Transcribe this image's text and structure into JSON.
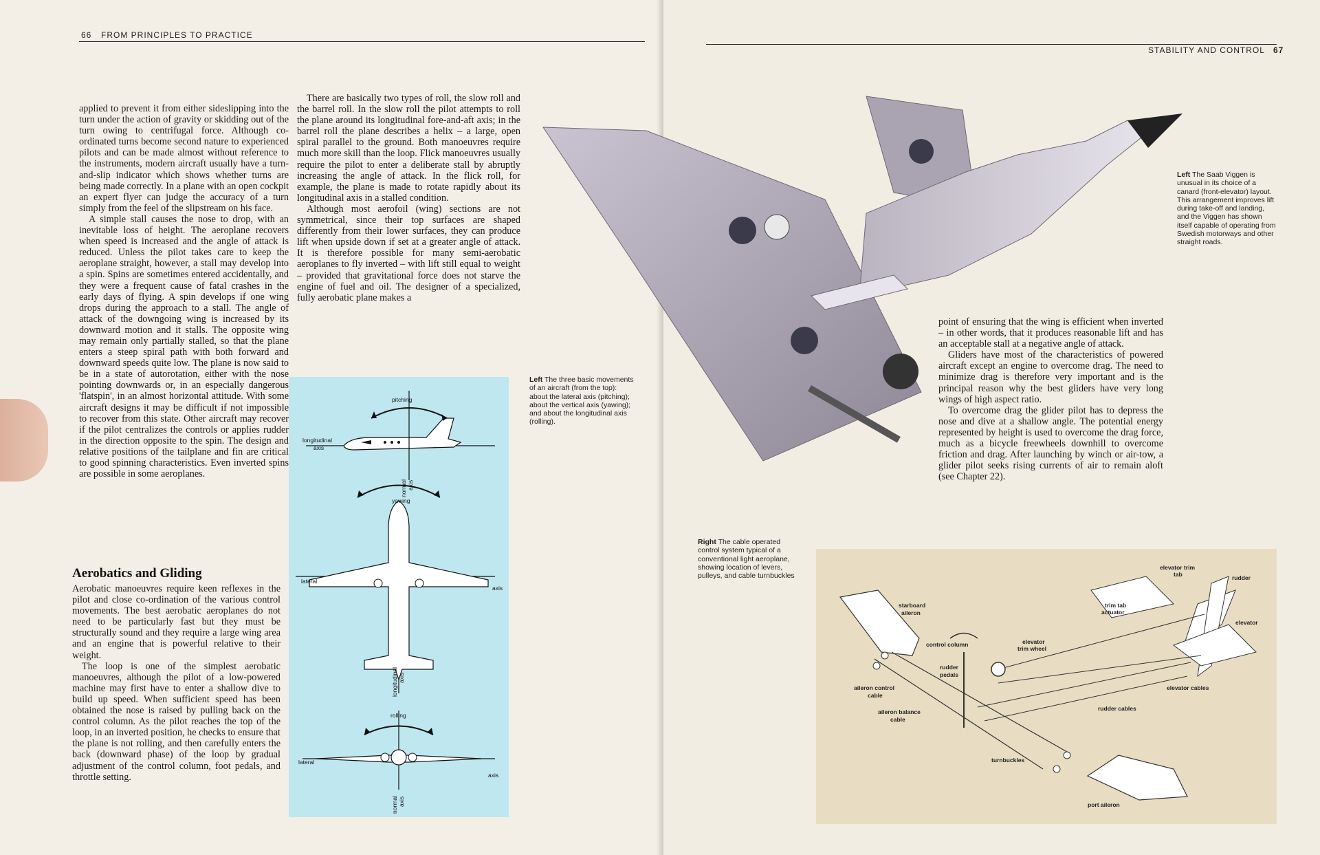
{
  "left_page": {
    "page_number": "66",
    "running_head": "FROM PRINCIPLES TO PRACTICE",
    "col1_paragraphs": [
      "applied to prevent it from either sideslipping into the turn under the action of gravity or skidding out of the turn owing to centrifugal force. Although co-ordinated turns become second nature to experienced pilots and can be made almost without reference to the instruments, modern aircraft usually have a turn-and-slip indicator which shows whether turns are being made correctly. In a plane with an open cockpit an expert flyer can judge the accuracy of a turn simply from the feel of the slipstream on his face.",
      "A simple stall causes the nose to drop, with an inevitable loss of height. The aeroplane recovers when speed is increased and the angle of attack is reduced. Unless the pilot takes care to keep the aeroplane straight, however, a stall may develop into a spin. Spins are sometimes entered accidentally, and they were a frequent cause of fatal crashes in the early days of flying. A spin develops if one wing drops during the approach to a stall. The angle of attack of the downgoing wing is increased by its downward motion and it stalls. The opposite wing may remain only partially stalled, so that the plane enters a steep spiral path with both forward and downward speeds quite low. The plane is now said to be in a state of autorotation, either with the nose pointing downwards or, in an especially dangerous 'flatspin', in an almost horizontal attitude. With some aircraft designs it may be difficult if not impossible to recover from this state. Other aircraft may recover if the pilot centralizes the controls or applies rudder in the direction opposite to the spin. The design and relative positions of the tailplane and fin are critical to good spinning characteristics. Even inverted spins are possible in some aeroplanes."
    ],
    "section_heading": "Aerobatics and Gliding",
    "col1b_paragraphs": [
      "Aerobatic manoeuvres require keen reflexes in the pilot and close co-ordination of the various control movements. The best aerobatic aeroplanes do not need to be particularly fast but they must be structurally sound and they require a large wing area and an engine that is powerful relative to their weight.",
      "The loop is one of the simplest aerobatic manoeuvres, although the pilot of a low-powered machine may first have to enter a shallow dive to build up speed. When sufficient speed has been obtained the nose is raised by pulling back on the control column. As the pilot reaches the top of the loop, in an inverted position, he checks to ensure that the plane is not rolling, and then carefully enters the back (downward phase) of the loop by gradual adjustment of the control column, foot pedals, and throttle setting."
    ],
    "col2_paragraphs": [
      "There are basically two types of roll, the slow roll and the barrel roll. In the slow roll the pilot attempts to roll the plane around its longitudinal fore-and-aft axis; in the barrel roll the plane describes a helix – a large, open spiral parallel to the ground. Both manoeuvres require much more skill than the loop. Flick manoeuvres usually require the pilot to enter a deliberate stall by abruptly increasing the angle of attack. In the flick roll, for example, the plane is made to rotate rapidly about its longitudinal axis in a stalled condition.",
      "Although most aerofoil (wing) sections are not symmetrical, since their top surfaces are shaped differently from their lower surfaces, they can produce lift when upside down if set at a greater angle of attack. It is therefore possible for many semi-aerobatic aeroplanes to fly inverted – with lift still equal to weight – provided that gravitational force does not starve the engine of fuel and oil. The designer of a specialized, fully aerobatic plane makes a"
    ],
    "axes_caption_lead": "Left",
    "axes_caption": "The three basic movements of an aircraft (from the top): about the lateral axis (pitching); about the vertical axis (yawing); and about the longitudinal axis (rolling).",
    "diagram_labels": {
      "pitching": "pitching",
      "longitudinal_axis_a": "longitudinal",
      "longitudinal_axis_b": "axis",
      "normal_axis_a": "normal",
      "normal_axis_b": "axis",
      "yawing": "yawing",
      "lateral": "lateral",
      "axis": "axis",
      "longitudinal_v_a": "longitudinal",
      "longitudinal_v_b": "axis",
      "rolling": "rolling",
      "lateral2": "lateral",
      "axis2": "axis",
      "normal2_a": "normal",
      "normal2_b": "axis"
    }
  },
  "right_page": {
    "page_number": "67",
    "running_head": "STABILITY AND CONTROL",
    "viggen_caption_lead": "Left",
    "viggen_caption": "The Saab Viggen is unusual in its choice of a canard (front-elevator) layout. This arrangement improves lift during take-off and landing, and the Viggen has shown itself capable of operating from Swedish motorways and other straight roads.",
    "body_paragraphs": [
      "point of ensuring that the wing is efficient when inverted – in other words, that it produces reasonable lift and has an acceptable stall at a negative angle of attack.",
      "Gliders have most of the characteristics of powered aircraft except an engine to overcome drag. The need to minimize drag is therefore very important and is the principal reason why the best gliders have very long wings of high aspect ratio.",
      "To overcome drag the glider pilot has to depress the nose and dive at a shallow angle. The potential energy represented by height is used to overcome the drag force, much as a bicycle freewheels downhill to overcome friction and drag. After launching by winch or air-tow, a glider pilot seeks rising currents of air to remain aloft (see Chapter 22)."
    ],
    "cable_caption_lead": "Right",
    "cable_caption": "The cable operated control system typical of a conventional light aeroplane, showing location of levers, pulleys, and cable turnbuckles",
    "cable_labels": {
      "starboard_a": "starboard",
      "starboard_b": "aileron",
      "control_column": "control column",
      "elevator_trim_a": "elevator",
      "elevator_trim_b": "trim wheel",
      "trim_tab_a": "trim tab",
      "trim_tab_b": "actuator",
      "elevator_trim_tab_a": "elevator trim",
      "elevator_trim_tab_b": "tab",
      "rudder": "rudder",
      "elevator": "elevator",
      "rudder_pedals_a": "rudder",
      "rudder_pedals_b": "pedals",
      "aileron_control_a": "aileron control",
      "aileron_control_b": "cable",
      "aileron_balance_a": "aileron balance",
      "aileron_balance_b": "cable",
      "elevator_cables": "elevator cables",
      "rudder_cables": "rudder cables",
      "turnbuckles": "turnbuckles",
      "port_aileron": "port aileron"
    }
  },
  "colors": {
    "diagram_bg": "#bfe7ef",
    "cable_bg": "#e8dcc2",
    "paper": "#f3efe6"
  }
}
